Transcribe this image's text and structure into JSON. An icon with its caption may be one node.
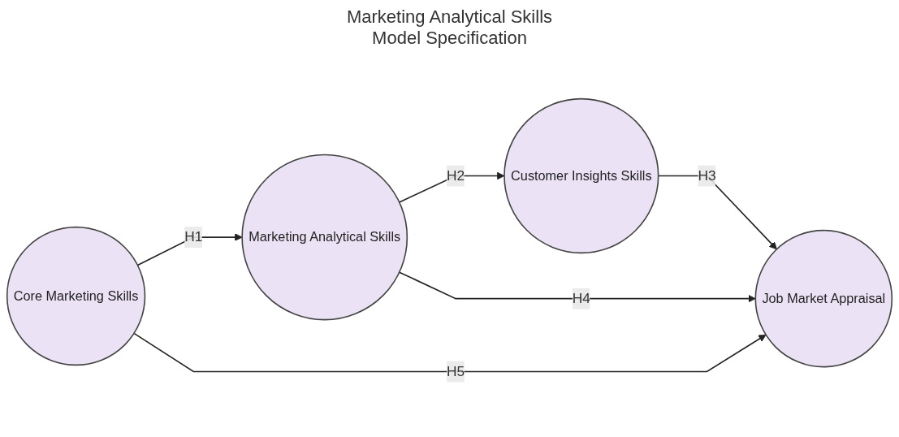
{
  "diagram": {
    "title": "Marketing Analytical Skills Model Specification",
    "nodes": [
      {
        "text": [
          "Marketing Analytical Skills"
        ]
      },
      {
        "text": [
          "Customer Insights Skills"
        ]
      },
      {
        "text": [
          "Core Marketing Skills"
        ]
      },
      {
        "text": [
          "Job Market Appraisal"
        ]
      }
    ],
    "edges": [
      {
        "from": 2,
        "to": 0,
        "arrow": "to",
        "label": "H1"
      },
      {
        "from": 0,
        "to": 1,
        "arrow": "to",
        "label": "H2"
      },
      {
        "from": 1,
        "to": 3,
        "arrow": "to",
        "label": "H3"
      },
      {
        "from": 0,
        "to": 3,
        "arrow": "to",
        "label": "H4"
      },
      {
        "from": 2,
        "to": 3,
        "arrow": "to",
        "label": "H5"
      }
    ]
  }
}
